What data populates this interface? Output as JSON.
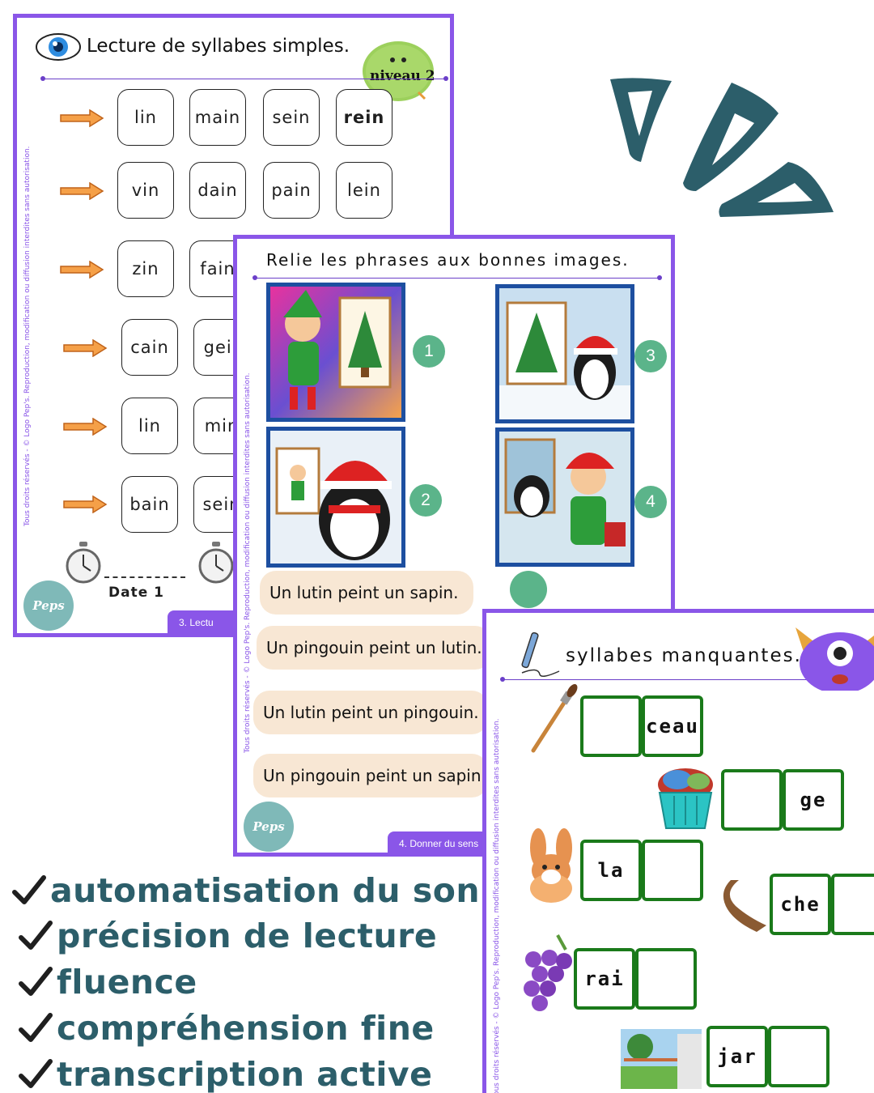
{
  "sheet1": {
    "title": "Lecture de syllabes simples.",
    "level_badge": "niveau 2",
    "rows": [
      [
        "lin",
        "main",
        "sein",
        "rein"
      ],
      [
        "vin",
        "dain",
        "pain",
        "lein"
      ],
      [
        "zin",
        "fain"
      ],
      [
        "cain",
        "geir"
      ],
      [
        "lin",
        "min"
      ],
      [
        "bain",
        "sein"
      ]
    ],
    "bold_syllable": "rein",
    "date_label": "Date 1",
    "footer": "3. Lectu",
    "side_text": "Tous droits réservés - © Logo Pep's. Reproduction, modification ou diffusion interdites sans autorisation.",
    "logo_text": "Peps"
  },
  "sheet2": {
    "title": "Relie les phrases aux bonnes images.",
    "numbers": [
      "1",
      "3",
      "2",
      "4"
    ],
    "phrases": [
      "Un lutin peint un sapin.",
      "Un pingouin peint un lutin.",
      "Un lutin peint un pingouin.",
      "Un pingouin peint un sapin"
    ],
    "footer": "4. Donner du sens",
    "side_text": "Tous droits réservés - © Logo Pep's. Reproduction, modification ou diffusion interdites sans autorisation.",
    "logo_text": "Peps"
  },
  "sheet3": {
    "title": "syllabes manquantes.",
    "syllables": [
      "ceau",
      "ge",
      "la",
      "che",
      "rai",
      "jar"
    ],
    "side_text": "Tous droits réservés - © Logo Pep's. Reproduction, modification ou diffusion interdites sans autorisation."
  },
  "checklist": [
    "automatisation du son",
    "précision de lecture",
    "fluence",
    "compréhension fine",
    "transcription active"
  ],
  "colors": {
    "sheet_border": "#8a56e8",
    "check_text": "#2c5e6a",
    "number_badge": "#5bb48a",
    "box_green": "#1a7a1a",
    "picture_border": "#1d4fa0"
  }
}
